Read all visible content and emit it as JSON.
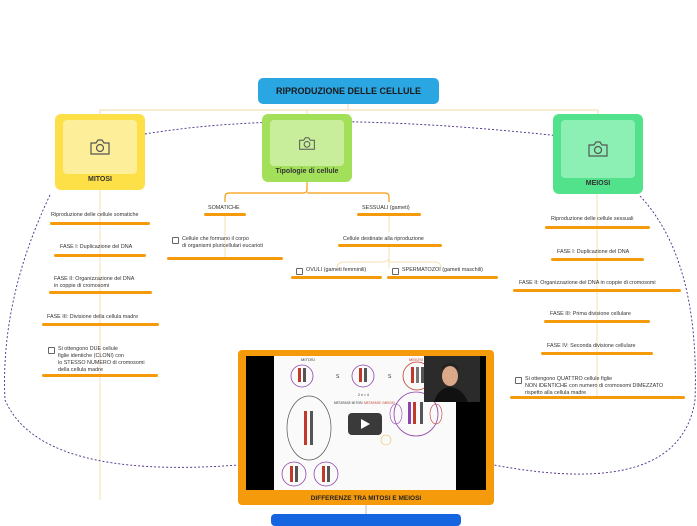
{
  "root": {
    "title": "RIPRODUZIONE DELLE CELLULE"
  },
  "categories": [
    {
      "id": "mitosi",
      "label": "MITOSI",
      "color": "#fde047",
      "inner": "#fdef9a"
    },
    {
      "id": "tipologie",
      "label": "Tipologie di cellule",
      "color": "#a3e05a",
      "inner": "#c8ee9b"
    },
    {
      "id": "meiosi",
      "label": "MEIOSI",
      "color": "#52e28c",
      "inner": "#8cf0b4"
    }
  ],
  "mitosi": {
    "items": [
      "Riproduzione delle cellule somatiche",
      "FASE I: Duplicazione del DNA",
      "FASE II: Organizzazione del DNA",
      "in coppie di cromosomi",
      "FASE III: Divisione della cellula madre",
      "Si ottengono DUE cellule",
      "figlie identiche (CLONI) con",
      "lo STESSO NUMERO di cromosomi",
      "della cellula madre"
    ]
  },
  "tipologie": {
    "somatiche": "SOMATICHE",
    "sessuali": "SESSUALI (gameti)",
    "somatiche_desc_1": "Cellule che formano il corpo",
    "somatiche_desc_2": "di organismi pluricellulari eucarioti",
    "sessuali_desc": "Cellule destinate alla riproduzione",
    "ovuli": "OVULI (gameti femminili)",
    "spermatozoi": "SPERMATOZOI (gameti maschili)"
  },
  "meiosi": {
    "items": [
      "Riproduzione delle cellule sessuali",
      "FASE I: Duplicazione del DNA",
      "FASE II: Organizzazione del DNA in coppie di cromosomi",
      "FASE III: Prima divisione cellulare",
      "FASE IV: Seconda divisione cellulare",
      "Si ottengono QUATTRO cellule figlie",
      "NON IDENTICHE con numero di cromosomi DIMEZZATO",
      "rispetto alla cellula madre"
    ]
  },
  "video": {
    "caption": "DIFFERENZE TRA MITOSI E MEIOSI",
    "slide_left": "MITOSI",
    "slide_right": "MEIOSI",
    "slide_mid": "2 n = 4",
    "slide_meta": "METAFASE MITOSI",
    "slide_meta2": "METAFASE I MEIOSI"
  },
  "colors": {
    "connector": "#f59b0b",
    "root": "#2aa7e3",
    "dotted": "#4b2a8a"
  }
}
